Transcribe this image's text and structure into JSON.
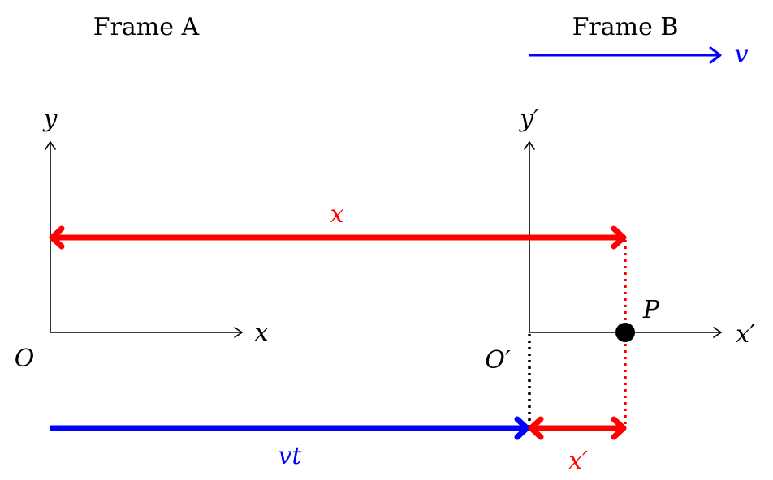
{
  "frames": {
    "a_title": "Frame A",
    "b_title": "Frame B"
  },
  "velocity_label": "v",
  "axes": {
    "a": {
      "y_label": "y",
      "x_label": "x",
      "origin_label": "O"
    },
    "b": {
      "y_label": "y′",
      "x_label": "x′",
      "origin_label": "O′"
    }
  },
  "point_label": "P",
  "measures": {
    "x_label": "x",
    "vt_label": "vt",
    "x_prime_label": "x′"
  },
  "colors": {
    "red": "#ff0000",
    "blue": "#0000ff",
    "black": "#000000"
  }
}
